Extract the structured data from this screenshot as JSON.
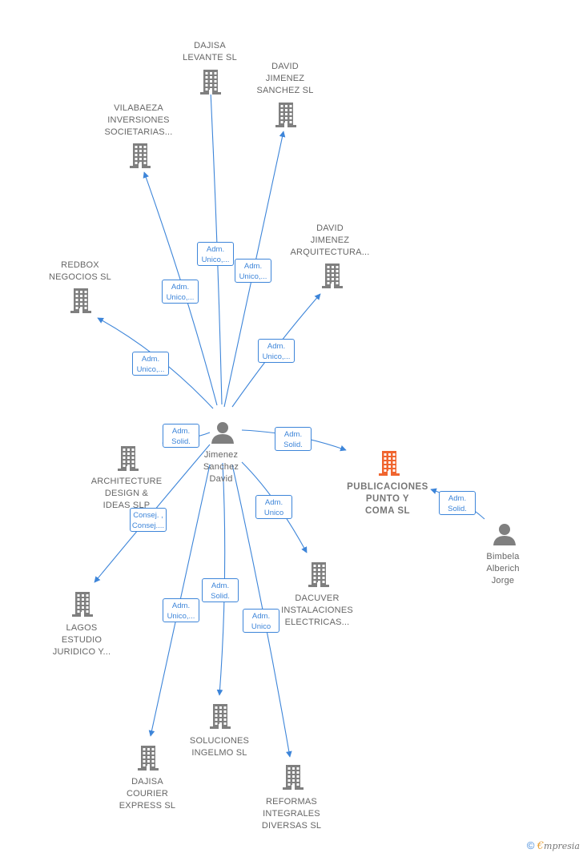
{
  "colors": {
    "edge": "#3d85d9",
    "company": "#7f7f7f",
    "focus_company": "#f0652f",
    "person": "#7f7f7f"
  },
  "nodes": [
    {
      "id": "dajisa-levante",
      "type": "company",
      "label": "DAJISA\nLEVANTE  SL"
    },
    {
      "id": "david-jimenez-sanchez",
      "type": "company",
      "label": "DAVID\nJIMENEZ\nSANCHEZ  SL"
    },
    {
      "id": "vilabaeza",
      "type": "company",
      "label": "VILABAEZA\nINVERSIONES\nSOCIETARIAS..."
    },
    {
      "id": "david-jimenez-arq",
      "type": "company",
      "label": "DAVID\nJIMENEZ\nARQUITECTURA..."
    },
    {
      "id": "redbox",
      "type": "company",
      "label": "REDBOX\nNEGOCIOS SL"
    },
    {
      "id": "architecture-design",
      "type": "company",
      "label": "ARCHITECTURE\nDESIGN &\nIDEAS  SLP"
    },
    {
      "id": "jimenez-sanchez-david",
      "type": "person",
      "label": "Jimenez\nSanchez\nDavid"
    },
    {
      "id": "publicaciones",
      "type": "focus",
      "label": "PUBLICACIONES\nPUNTO Y\nCOMA  SL"
    },
    {
      "id": "bimbela",
      "type": "person",
      "label": "Bimbela\nAlberich\nJorge"
    },
    {
      "id": "lagos",
      "type": "company",
      "label": "LAGOS\nESTUDIO\nJURIDICO Y..."
    },
    {
      "id": "dacuver",
      "type": "company",
      "label": "DACUVER\nINSTALACIONES\nELECTRICAS..."
    },
    {
      "id": "soluciones",
      "type": "company",
      "label": "SOLUCIONES\nINGELMO  SL"
    },
    {
      "id": "dajisa-courier",
      "type": "company",
      "label": "DAJISA\nCOURIER\nEXPRESS  SL"
    },
    {
      "id": "reformas",
      "type": "company",
      "label": "REFORMAS\nINTEGRALES\nDIVERSAS  SL"
    }
  ],
  "edges": [
    {
      "from": "jimenez-sanchez-david",
      "to": "dajisa-levante",
      "label": "Adm.\nUnico,..."
    },
    {
      "from": "jimenez-sanchez-david",
      "to": "david-jimenez-sanchez",
      "label": "Adm.\nUnico,..."
    },
    {
      "from": "jimenez-sanchez-david",
      "to": "vilabaeza",
      "label": "Adm.\nUnico,..."
    },
    {
      "from": "jimenez-sanchez-david",
      "to": "david-jimenez-arq",
      "label": "Adm.\nUnico,..."
    },
    {
      "from": "jimenez-sanchez-david",
      "to": "redbox",
      "label": "Adm.\nUnico,..."
    },
    {
      "from": "jimenez-sanchez-david",
      "to": "architecture-design",
      "label": "Adm.\nSolid."
    },
    {
      "from": "jimenez-sanchez-david",
      "to": "publicaciones",
      "label": "Adm.\nSolid."
    },
    {
      "from": "bimbela",
      "to": "publicaciones",
      "label": "Adm.\nSolid."
    },
    {
      "from": "jimenez-sanchez-david",
      "to": "lagos",
      "label": "Consej. ,\nConsej...."
    },
    {
      "from": "jimenez-sanchez-david",
      "to": "dacuver",
      "label": "Adm.\nUnico"
    },
    {
      "from": "jimenez-sanchez-david",
      "to": "soluciones",
      "label": "Adm.\nSolid."
    },
    {
      "from": "jimenez-sanchez-david",
      "to": "dajisa-courier",
      "label": "Adm.\nUnico,..."
    },
    {
      "from": "jimenez-sanchez-david",
      "to": "reformas",
      "label": "Adm.\nUnico"
    }
  ],
  "footer": {
    "copyright_symbol": "©",
    "brand_initial": "€",
    "brand_rest": "mpresia"
  }
}
